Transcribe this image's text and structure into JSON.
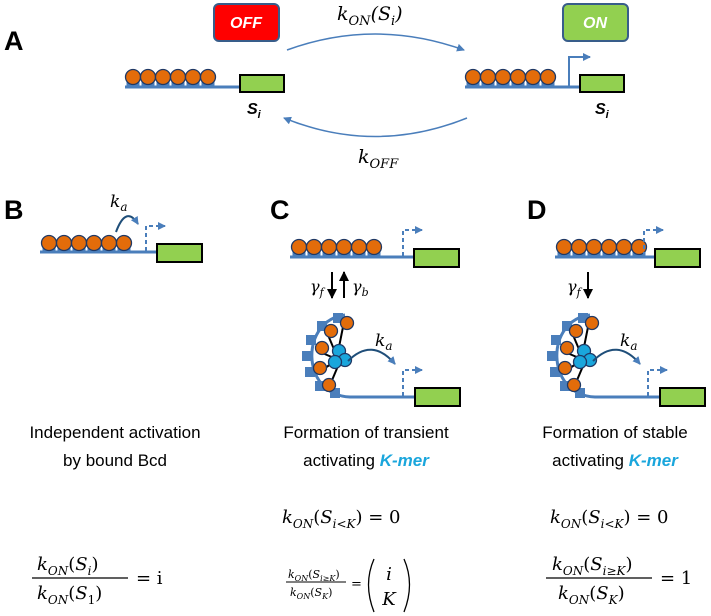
{
  "panels": {
    "a": "A",
    "b": "B",
    "c": "C",
    "d": "D"
  },
  "states": {
    "off": "OFF",
    "on": "ON"
  },
  "rates": {
    "k": "k",
    "on_sub": "ON",
    "off_sub": "OFF",
    "on_arg": "(S",
    "on_arg_sub": "i",
    "on_arg_close": ")",
    "ka_sub": "a",
    "gamma": "γ",
    "gamma_f_sub": "f",
    "gamma_b_sub": "b"
  },
  "site_labels": {
    "s": "S",
    "sub": "i"
  },
  "captions": {
    "b_line1": "Independent activation",
    "b_line2": "by bound Bcd",
    "c_line1": "Formation of transient",
    "c_line2": "activating",
    "d_line1": "Formation of stable",
    "d_line2": "activating",
    "kmer": "K-mer"
  },
  "formulas": {
    "c_zero": "= 0",
    "d_zero": "= 0",
    "b_result": "= i",
    "d_result": "= 1",
    "binom_top": "i",
    "binom_bottom": "K",
    "sub_i_less_k": "i<K",
    "sub_i_geq_k": "i≥K",
    "sub_1": "1",
    "sub_k": "K",
    "s": "S",
    "k": "k",
    "on": "ON"
  },
  "colors": {
    "dna": "#4a7ebb",
    "bcd": "#e36c0a",
    "bcd_outline": "#1f3864",
    "kmer": "#1aa6dc",
    "gene": "#8fd14f",
    "off": "#ff0000",
    "on": "#92d050",
    "state_border": "#385d8a"
  }
}
